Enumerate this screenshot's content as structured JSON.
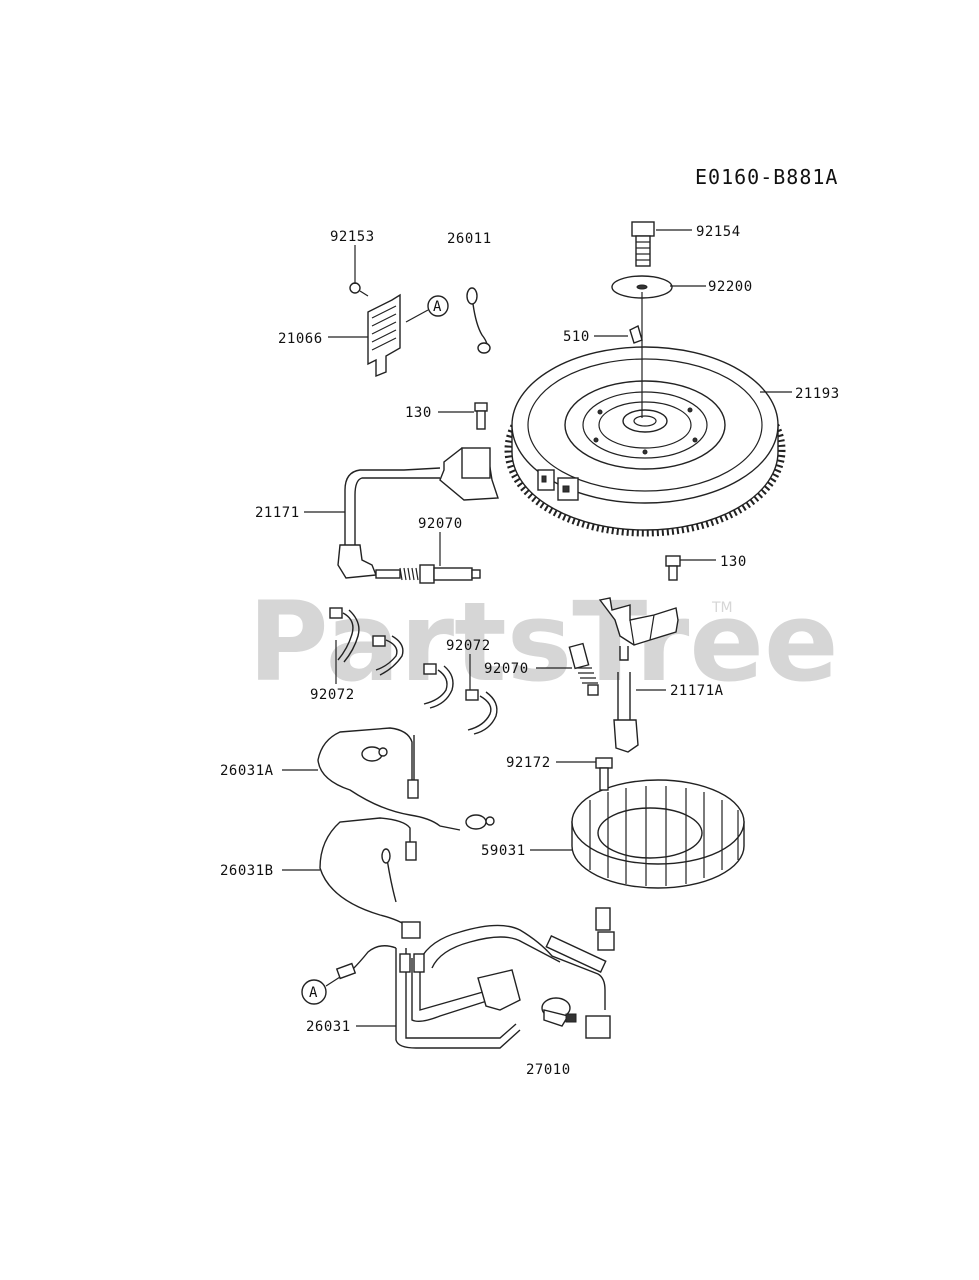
{
  "diagram_code": "E0160-B881A",
  "watermark": "PartsTree",
  "watermark_mark": "TM",
  "callout_marker": "A",
  "labels": {
    "p92153": "92153",
    "p26011": "26011",
    "p21066": "21066",
    "p130a": "130",
    "p21171": "21171",
    "p92070a": "92070",
    "p92154": "92154",
    "p92200": "92200",
    "p510": "510",
    "p21193": "21193",
    "p130b": "130",
    "p92072a": "92072",
    "p92072b": "92072",
    "p92070b": "92070",
    "p21171A": "21171A",
    "p92172": "92172",
    "p59031": "59031",
    "p26031A": "26031A",
    "p26031B": "26031B",
    "p26031": "26031",
    "p27010": "27010"
  }
}
